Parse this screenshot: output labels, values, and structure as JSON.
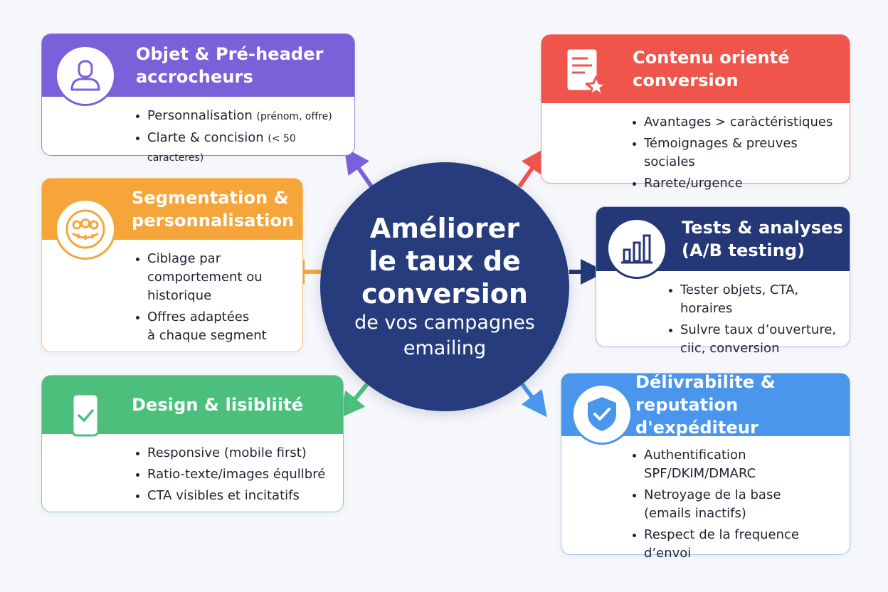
{
  "center": {
    "line1": "Améliorer",
    "line2": "le taux de",
    "line3": "conversion",
    "line4": "de vos campagnes",
    "line5": "emailing"
  },
  "cards": {
    "subject": {
      "title_line1": "Objet & Pré-header",
      "title_line2": "accrocheurs",
      "icon": "user-icon",
      "color": "#7b61d9",
      "items": [
        {
          "main": "Personnalisation ",
          "small": "(prénom, offre)"
        },
        {
          "main": "Clarte & concision ",
          "small": "(< 50 caracteres)"
        }
      ]
    },
    "segmentation": {
      "title_line1": "Segmentation &",
      "title_line2": "personnalisation",
      "icon": "group-icon",
      "color": "#f6a53a",
      "items": [
        {
          "line1": "Ciblage par",
          "line2": "comportement ou",
          "line3": "historique"
        },
        {
          "line1": "Offres adaptées",
          "line2": "à chaque segment"
        }
      ]
    },
    "design": {
      "title": "Design & lisibliité",
      "icon": "mobile-check-icon",
      "color": "#4cbf7d",
      "items": [
        "Responsive (mobile first)",
        "Ratio-texte/images équllbré",
        "CTA visibles et incitatifs"
      ]
    },
    "content": {
      "title_line1": "Contenu orienté",
      "title_line2": "conversion",
      "icon": "document-star-icon",
      "color": "#f0554c",
      "items": [
        "Avantages > caràctéristiques",
        "Témoignages & preuves sociales",
        "Rarete/urgence"
      ]
    },
    "tests": {
      "title_line1": "Tests & analyses",
      "title_line2": "(A/B testing)",
      "icon": "bar-chart-icon",
      "color": "#243777",
      "items": [
        {
          "line1": "Tester objets, CTA, horaires"
        },
        {
          "line1": "Sulvre taux d’ouverture,",
          "line2": "ciic, conversion"
        }
      ]
    },
    "deliverability": {
      "title_line1": "Délivrabilite &",
      "title_line2": "reputation d'expéditeur",
      "icon": "shield-check-icon",
      "color": "#4a96ec",
      "items": [
        {
          "line1": "Authentification",
          "line2": "SPF/DKIM/DMARC"
        },
        {
          "line1": "Netroyage de la base",
          "line2": "(emails inactifs)"
        },
        {
          "line1": "Respect de la frequence d’envoi"
        }
      ]
    }
  }
}
